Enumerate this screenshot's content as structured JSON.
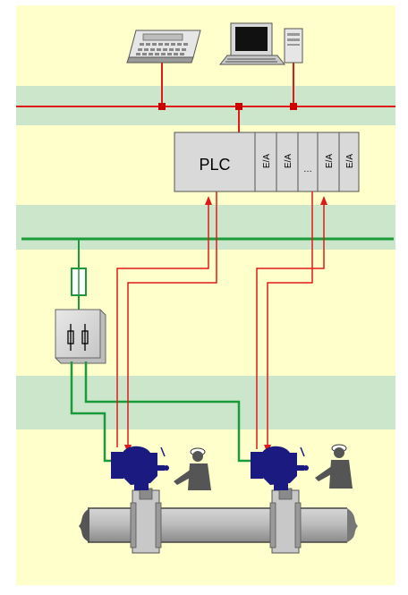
{
  "diagram": {
    "plc_label": "PLC",
    "io_modules": [
      "E/A",
      "E/A",
      "…",
      "E/A",
      "E/A"
    ],
    "colors": {
      "background": "#ffffcc",
      "band": "#cce6cc",
      "fieldbus": "#e01a1a",
      "power": "#1a9a3a",
      "signal_wire": "#e01a1a",
      "actuator": "#1a1a80",
      "plc_box": "#d9d9d9"
    }
  }
}
